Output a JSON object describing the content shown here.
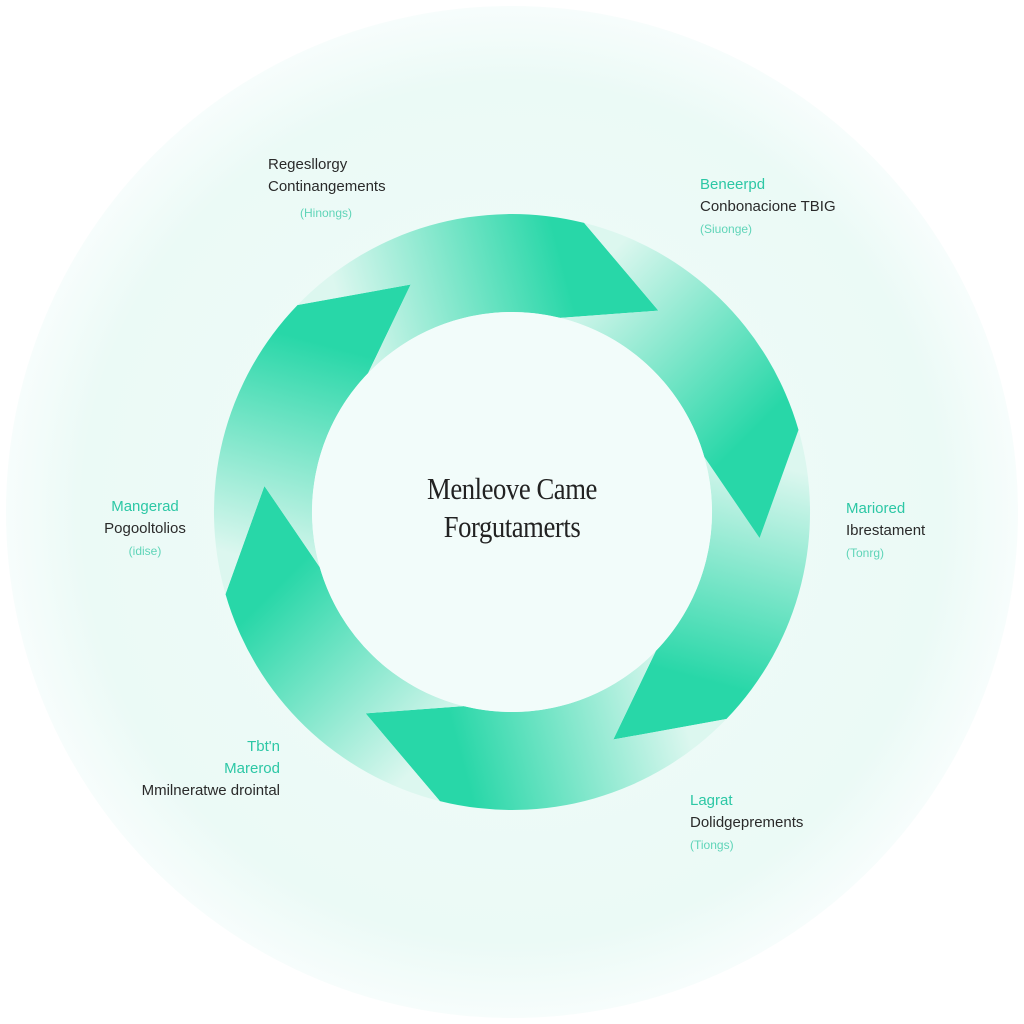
{
  "colors": {
    "accent": "#2cc7a5",
    "arrow_strong": "#28d7a8",
    "arrow_light": "#dcf7ef",
    "background_disc": "#eefbf8",
    "text_dark": "#2a2a2a"
  },
  "center": {
    "line1": "Menleove Came",
    "line2": "Forgutamerts"
  },
  "stages": [
    {
      "line1": "Regesllorgy",
      "line2": "Continangements",
      "line3": "(Hinongs)"
    },
    {
      "line1": "Beneerpd",
      "line2": "Conbonacione TBIG",
      "line3": "(Siuonge)"
    },
    {
      "line1": "Mariored",
      "line2": "Ibrestament",
      "line3": "(Tonrg)"
    },
    {
      "line1": "Lagrat",
      "line2": "Dolidgeprements",
      "line3": "(Tiongs)"
    },
    {
      "line1": "Tbt'n",
      "line2": "Marerod",
      "line3": "Mmilneratwe drointal"
    },
    {
      "line1": "Mangerad",
      "line2": "Pogooltolios",
      "line3": "(idise)"
    }
  ]
}
